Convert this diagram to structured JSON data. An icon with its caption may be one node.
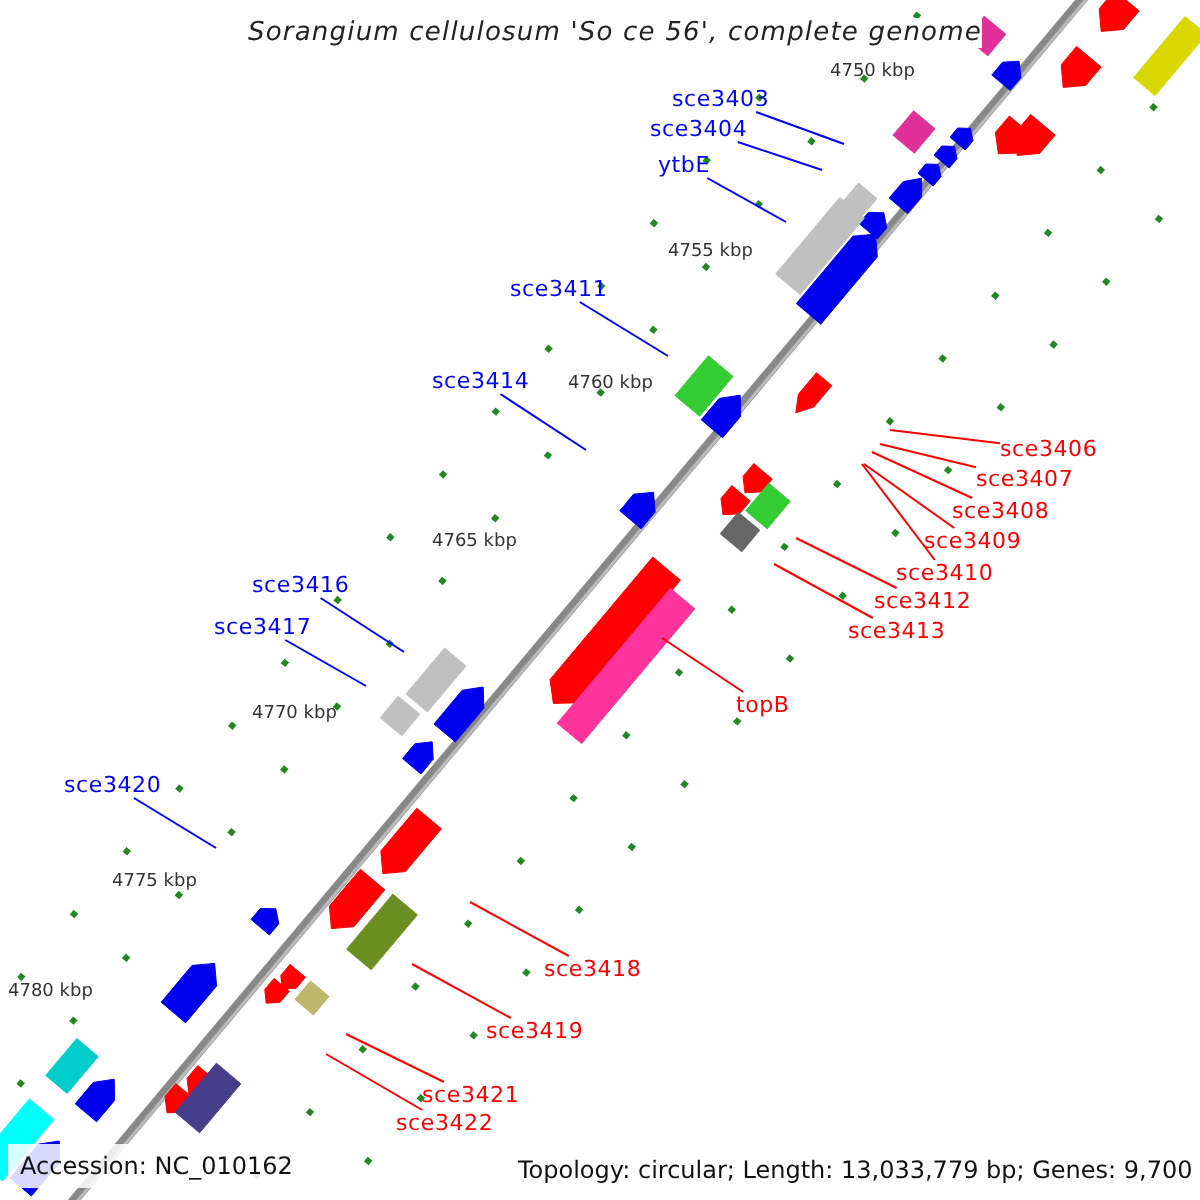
{
  "diagram": {
    "title": "Sorangium cellulosum 'So ce 56', complete genome",
    "nodes": [
      {
        "text": [
          "sce3403"
        ]
      },
      {
        "text": [
          "sce3404"
        ]
      },
      {
        "text": [
          "ytbE"
        ]
      },
      {
        "text": [
          "sce3411"
        ]
      },
      {
        "text": [
          "sce3414"
        ]
      },
      {
        "text": [
          "sce3406"
        ]
      },
      {
        "text": [
          "sce3407"
        ]
      },
      {
        "text": [
          "sce3408"
        ]
      },
      {
        "text": [
          "sce3409"
        ]
      },
      {
        "text": [
          "sce3410"
        ]
      },
      {
        "text": [
          "sce3412"
        ]
      },
      {
        "text": [
          "sce3413"
        ]
      },
      {
        "text": [
          "sce3416"
        ]
      },
      {
        "text": [
          "sce3417"
        ]
      },
      {
        "text": [
          "topB"
        ]
      },
      {
        "text": [
          "sce3420"
        ]
      },
      {
        "text": [
          "sce3418"
        ]
      },
      {
        "text": [
          "sce3419"
        ]
      },
      {
        "text": [
          "sce3421"
        ]
      },
      {
        "text": [
          "sce3422"
        ]
      }
    ],
    "edges": [
      {
        "from": 0,
        "to": null,
        "arrow": "none",
        "color": "#0000ff"
      },
      {
        "from": 1,
        "to": null,
        "arrow": "none",
        "color": "#0000ff"
      },
      {
        "from": 2,
        "to": null,
        "arrow": "none",
        "color": "#0000ff"
      },
      {
        "from": 3,
        "to": null,
        "arrow": "none",
        "color": "#0000ff"
      },
      {
        "from": 4,
        "to": null,
        "arrow": "none",
        "color": "#0000ff"
      },
      {
        "from": 5,
        "to": null,
        "arrow": "none"
      },
      {
        "from": 6,
        "to": null,
        "arrow": "none"
      },
      {
        "from": 7,
        "to": null,
        "arrow": "none"
      },
      {
        "from": 8,
        "to": null,
        "arrow": "none"
      },
      {
        "from": 9,
        "to": null,
        "arrow": "none"
      },
      {
        "from": 10,
        "to": null,
        "arrow": "none"
      },
      {
        "from": 11,
        "to": null,
        "arrow": "none"
      },
      {
        "from": 12,
        "to": null,
        "arrow": "none",
        "color": "#0000ff"
      },
      {
        "from": 13,
        "to": null,
        "arrow": "none",
        "color": "#0000ff"
      },
      {
        "from": 14,
        "to": null,
        "arrow": "none"
      },
      {
        "from": 15,
        "to": null,
        "arrow": "none",
        "color": "#0000ff"
      },
      {
        "from": 16,
        "to": null,
        "arrow": "none"
      },
      {
        "from": 17,
        "to": null,
        "arrow": "none"
      },
      {
        "from": 18,
        "to": null,
        "arrow": "none"
      },
      {
        "from": 19,
        "to": null,
        "arrow": "none"
      }
    ],
    "labels": [
      "4750 kbp",
      "4755 kbp",
      "4760 kbp",
      "4765 kbp",
      "4770 kbp",
      "4775 kbp",
      "4780 kbp",
      "Accession: NC_010162",
      "Topology: circular; Length: 13,033,779 bp; Genes: 9,700"
    ]
  }
}
